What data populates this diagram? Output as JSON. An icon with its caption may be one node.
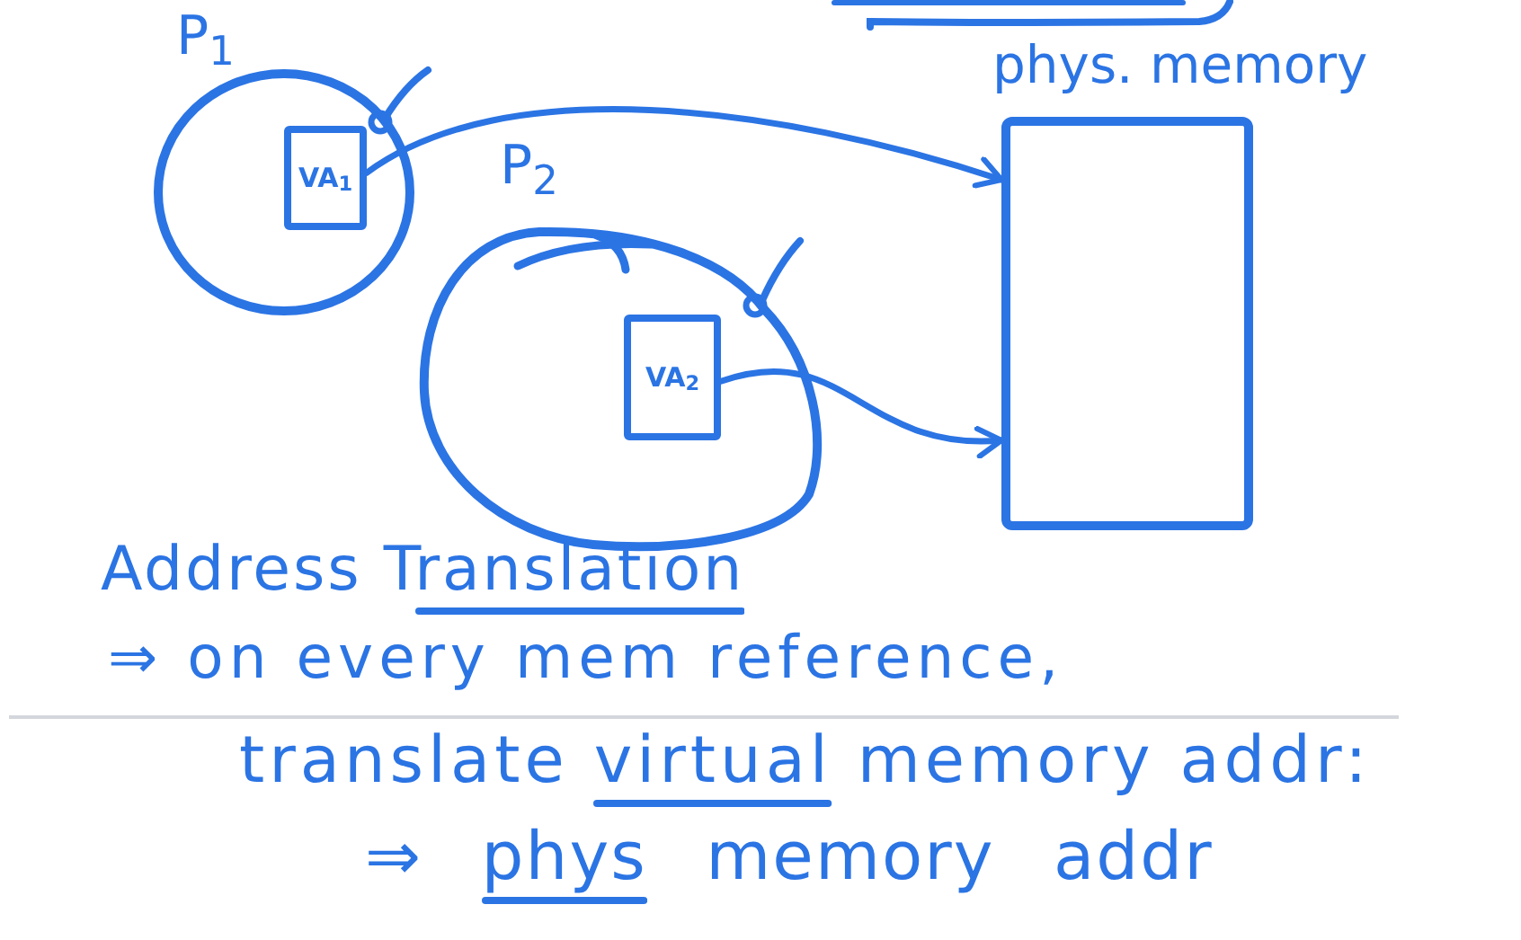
{
  "diagram": {
    "nodes": [
      {
        "text": [
          "P$_{1}$"
        ]
      },
      {
        "text": [
          "VA$_{1}$"
        ],
        "in": 0
      },
      {
        "text": [
          "P$_{2}$"
        ]
      },
      {
        "text": [
          "VA$_{2}$"
        ],
        "in": 2
      },
      {
        "text": [
          "phys. memory"
        ]
      }
    ],
    "edges": [
      {
        "from": 1,
        "to": 4,
        "arrow": "to"
      },
      {
        "from": 3,
        "to": 4,
        "arrow": "to"
      }
    ],
    "labels": [
      "Address Translation",
      "⇒ on every mem reference,",
      "translate virtual memory addr:",
      "⇒ phys memory addr"
    ]
  }
}
